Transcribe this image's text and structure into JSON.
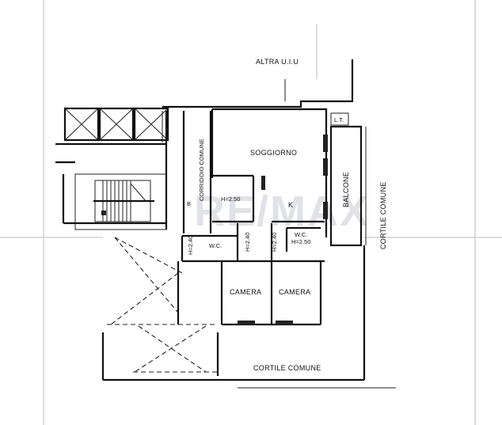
{
  "plan": {
    "labels": {
      "altra_uiu": "ALTRA U.I.U",
      "corridoio": "CORRIDOIO COMUNE",
      "soggiorno": "SOGGIORNO",
      "balcone": "BALCONE",
      "cortile_right": "CORTILE COMUNE",
      "cortile_bottom": "CORTILE COMUNE",
      "k": "K",
      "lt": "L.T.",
      "wc_left": "W.C.",
      "wc_right": "W.C.",
      "camera_left": "CAMERA",
      "camera_right": "CAMERA",
      "h250_a": "H=2.50",
      "h240_left": "H=2.40",
      "h240_mid": "H=2.40",
      "h240_vert2": "H=2.40",
      "h250_b": "H=2.50",
      "b": "B"
    },
    "watermark": "RE/MAX"
  }
}
